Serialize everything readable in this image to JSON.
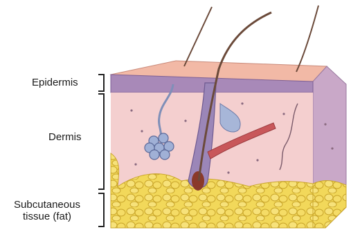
{
  "layers": {
    "epidermis": "Epidermis",
    "dermis": "Dermis",
    "subcutaneous_line1": "Subcutaneous",
    "subcutaneous_line2": "tissue (fat)"
  },
  "colors": {
    "epidermis_top": "#f2b9a6",
    "epidermis_band": "#a889b8",
    "dermis": "#f4cfcf",
    "dermis_side": "#b9a0c6",
    "fat": "#f2d85a",
    "fat_outline": "#c9a52a",
    "hair": "#6b4a3a",
    "follicle": "#9b86b8",
    "gland": "#8ea0c8"
  }
}
